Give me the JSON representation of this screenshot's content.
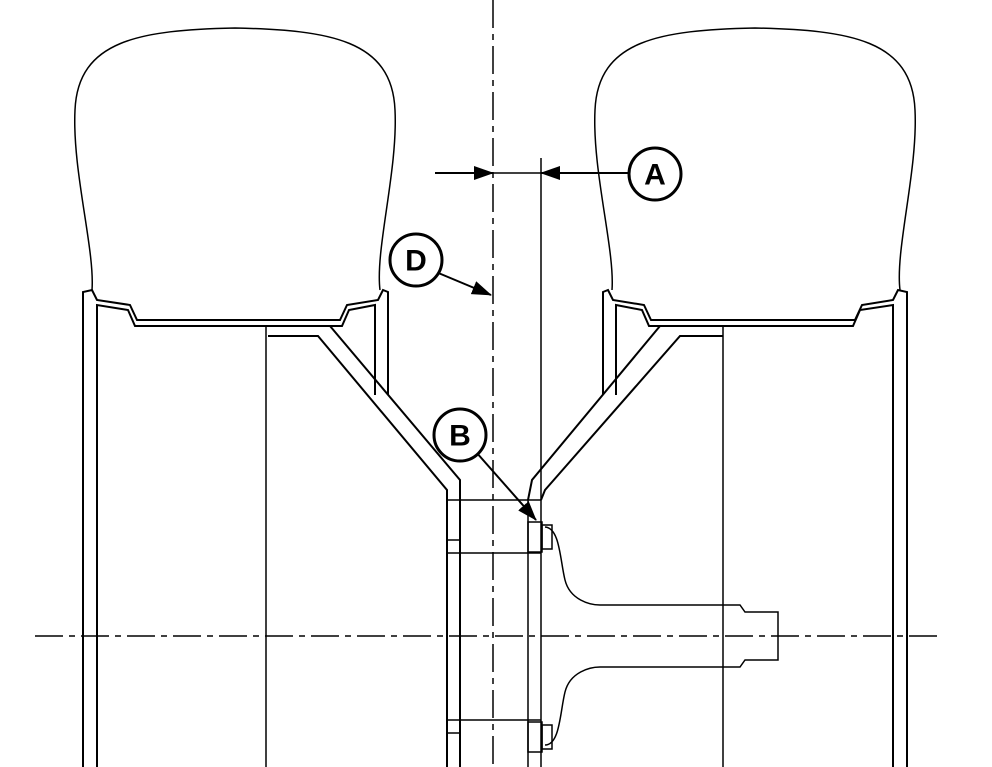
{
  "callouts": {
    "a": "A",
    "b": "B",
    "d": "D"
  },
  "colors": {
    "line": "#000000",
    "background": "#ffffff"
  }
}
